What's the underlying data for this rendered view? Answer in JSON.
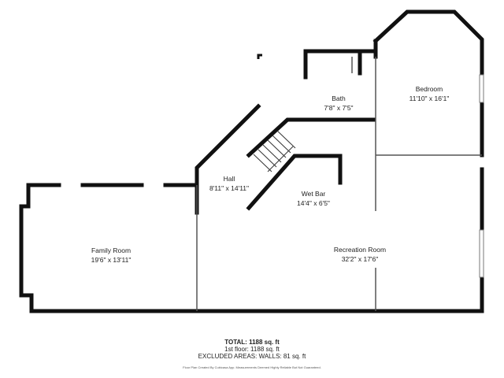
{
  "rooms": [
    {
      "name": "Bedroom",
      "dims": "11'10\" x 16'1\""
    },
    {
      "name": "Bath",
      "dims": "7'8\" x 7'5\""
    },
    {
      "name": "Hall",
      "dims": "8'11\" x 14'11\""
    },
    {
      "name": "Wet Bar",
      "dims": "14'4\" x 6'5\""
    },
    {
      "name": "Family Room",
      "dims": "19'6\" x 13'11\""
    },
    {
      "name": "Recreation Room",
      "dims": "32'2\" x 17'6\""
    }
  ],
  "summary": {
    "total_label": "TOTAL:",
    "total_value": "1188 sq. ft",
    "floor_line": "1st floor: 1188 sq. ft",
    "excluded_line": "EXCLUDED AREAS: WALLS: 81 sq. ft"
  },
  "disclaimer": "Floor Plan Created By Cubicasa App. Measurements Deemed Highly Reliable But Not Guaranteed."
}
